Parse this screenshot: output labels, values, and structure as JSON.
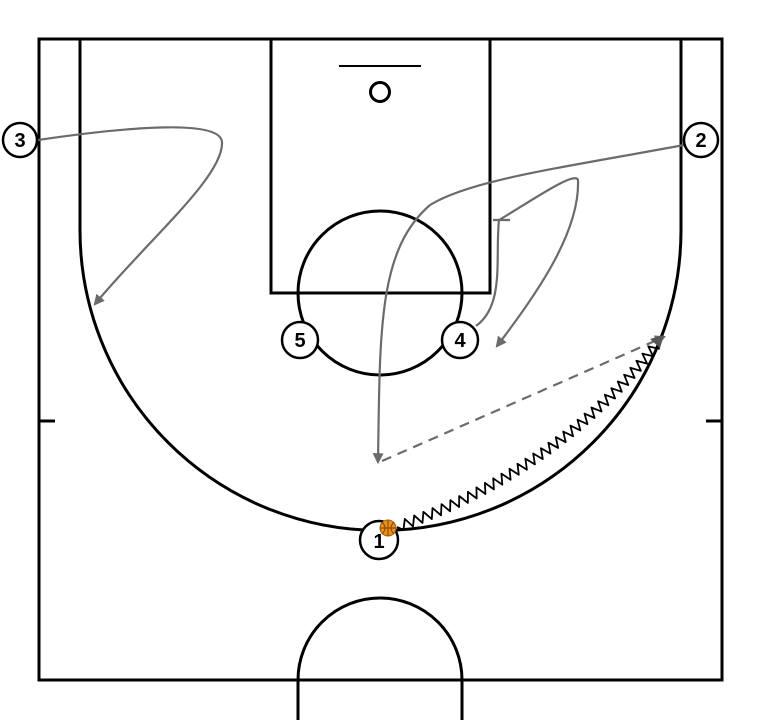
{
  "players": [
    {
      "id": "player-1",
      "label": "1"
    },
    {
      "id": "player-2",
      "label": "2"
    },
    {
      "id": "player-3",
      "label": "3"
    },
    {
      "id": "player-4",
      "label": "4"
    },
    {
      "id": "player-5",
      "label": "5"
    }
  ],
  "ball": {
    "holder": "1",
    "color": "#e8901a"
  },
  "colors": {
    "court_lines": "#000000",
    "movement": "#6b6b6b",
    "pass": "#6b6b6b",
    "dribble": "#000000",
    "background": "#ffffff"
  },
  "actions": [
    {
      "type": "dribble",
      "player": "1"
    },
    {
      "type": "pass",
      "from": "1",
      "to": "2"
    },
    {
      "type": "cut",
      "player": "2"
    },
    {
      "type": "cut",
      "player": "3"
    },
    {
      "type": "screen-and-cut",
      "player": "4"
    }
  ]
}
